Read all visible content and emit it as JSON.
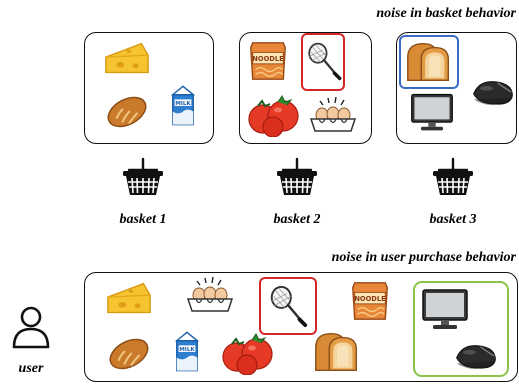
{
  "titles": {
    "basket_noise": "noise in basket behavior",
    "user_noise": "noise in user purchase behavior"
  },
  "baskets": [
    {
      "label": "basket 1",
      "items": [
        "cheese-icon",
        "bread-icon",
        "milk-icon"
      ]
    },
    {
      "label": "basket 2",
      "items": [
        "noodle-icon",
        "racket-icon",
        "tomato-icon",
        "eggs-icon"
      ],
      "highlight": "racket-icon",
      "highlight_color": "#d62728"
    },
    {
      "label": "basket 3",
      "items": [
        "toast-icon",
        "monitor-icon",
        "mouse-icon"
      ],
      "highlight": "toast-icon",
      "highlight_color": "#3b6cc4"
    }
  ],
  "user": {
    "label": "user",
    "items": [
      "cheese-icon",
      "eggs-icon",
      "racket-icon",
      "noodle-icon",
      "monitor-icon",
      "bread-icon",
      "milk-icon",
      "tomato-icon",
      "toast-icon",
      "mouse-icon"
    ],
    "highlights": [
      {
        "item": "racket-icon",
        "color": "#d62728"
      },
      {
        "item": "monitor-icon",
        "color": "#8bc34a"
      }
    ]
  },
  "icon_text": {
    "milk": "MILK",
    "noodle": "NOODLE"
  },
  "colors": {
    "red": "#d62728",
    "blue": "#3b6cc4",
    "green": "#8bc34a"
  }
}
